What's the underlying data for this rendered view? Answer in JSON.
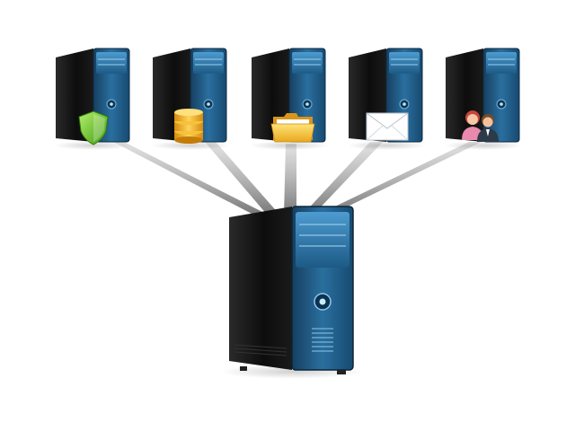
{
  "diagram": {
    "hub": {
      "name": "central-server"
    },
    "clients": [
      {
        "id": "security-server",
        "icon": "shield-icon",
        "color": "#6cc62a"
      },
      {
        "id": "database-server",
        "icon": "database-icon",
        "color": "#f2a81b"
      },
      {
        "id": "file-server",
        "icon": "folder-icon",
        "color": "#f6c93c"
      },
      {
        "id": "mail-server",
        "icon": "envelope-icon",
        "color": "#ffffff"
      },
      {
        "id": "users-server",
        "icon": "users-icon",
        "color": "#e07aa0"
      }
    ],
    "colors": {
      "body_dark": "#111111",
      "front_blue": "#1f5f8b",
      "front_blue_light": "#3f8fc2",
      "connector": "#8a8a8a"
    }
  }
}
